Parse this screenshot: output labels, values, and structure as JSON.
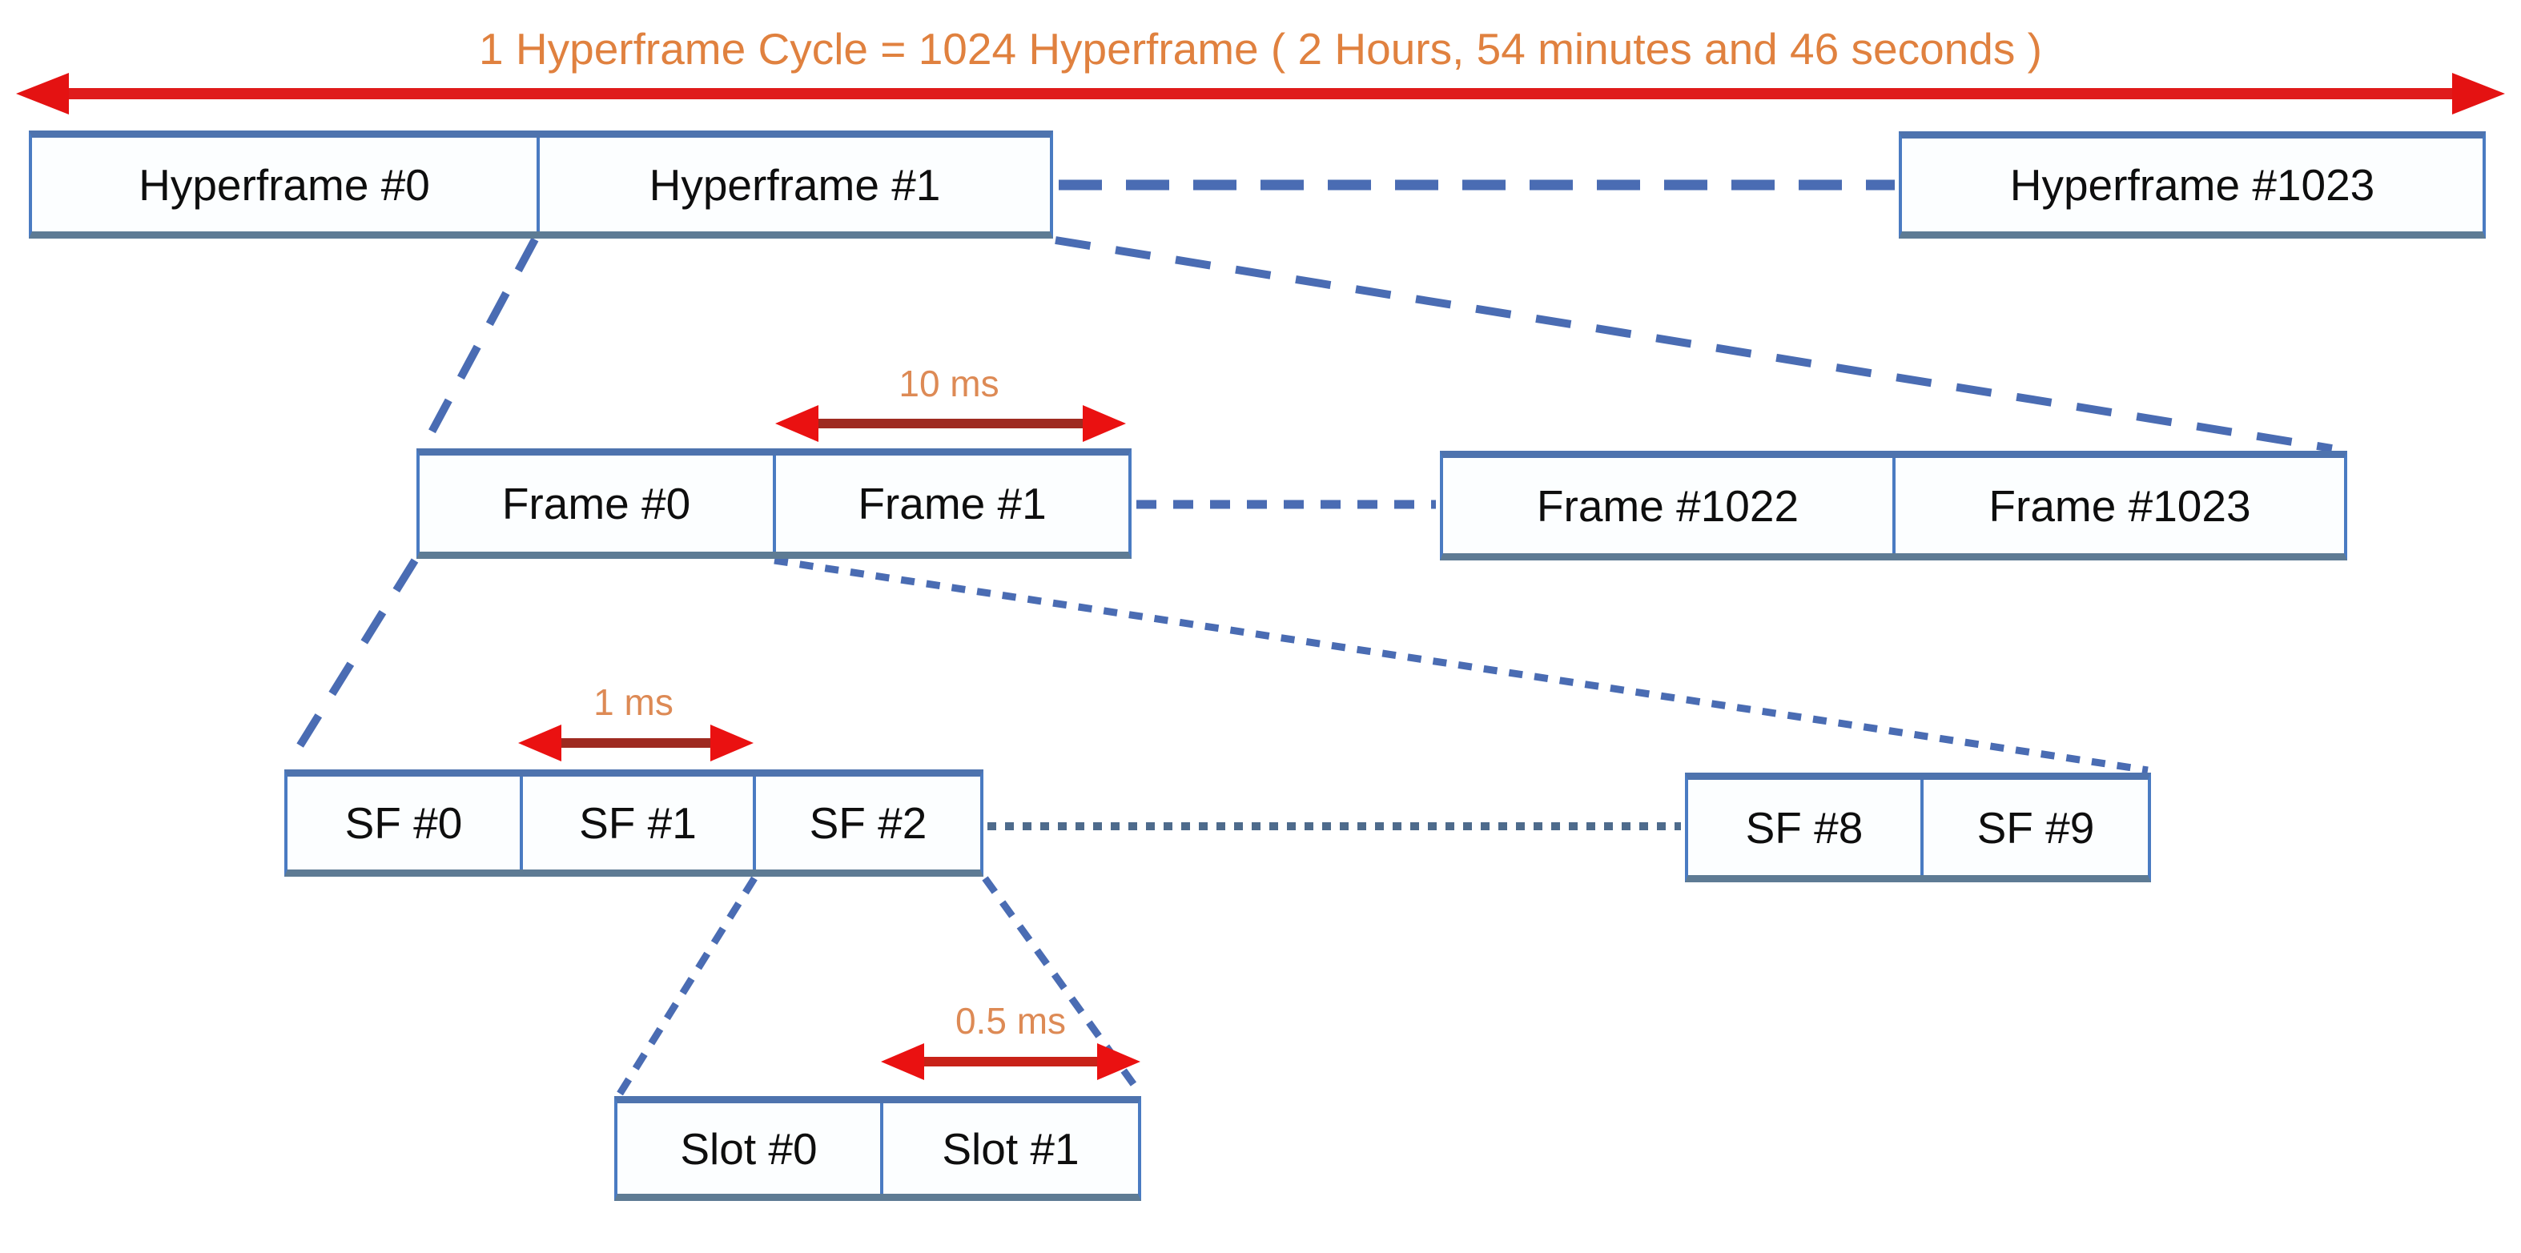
{
  "title": "1 Hyperframe Cycle = 1024 Hyperframe ( 2 Hours, 54 minutes and 46 seconds )",
  "hyperframe_row": {
    "boxes": [
      "Hyperframe #0",
      "Hyperframe #1",
      "Hyperframe #1023"
    ]
  },
  "frame_row": {
    "boxes": [
      "Frame #0",
      "Frame #1",
      "Frame #1022",
      "Frame #1023"
    ]
  },
  "subframe_row": {
    "boxes": [
      "SF #0",
      "SF #1",
      "SF #2",
      "SF #8",
      "SF #9"
    ]
  },
  "slot_row": {
    "boxes": [
      "Slot #0",
      "Slot #1"
    ]
  },
  "durations": {
    "frame": "10 ms",
    "subframe": "1 ms",
    "slot": "0.5 ms"
  },
  "colors": {
    "box_border_blue": "#4a7bc2",
    "box_top_blue": "#4e73ae",
    "box_bottom_slate": "#5e7b94",
    "dash_blue": "#4a6cb3",
    "dash_slate": "#4e6b8c",
    "arrow_red": "#df1b1b",
    "arrow_dark_red": "#9e2a20",
    "label_orange": "#e0813f"
  }
}
